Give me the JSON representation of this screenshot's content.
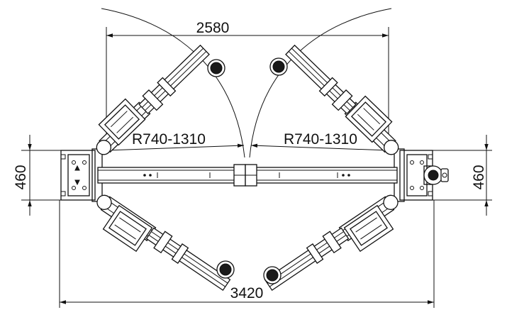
{
  "dimensions": {
    "top_width": "2580",
    "bottom_width": "3420",
    "left_height": "460",
    "right_height": "460",
    "radius_left": "R740-1310",
    "radius_right": "R740-1310"
  },
  "colors": {
    "line": "#111111",
    "background": "#ffffff"
  }
}
